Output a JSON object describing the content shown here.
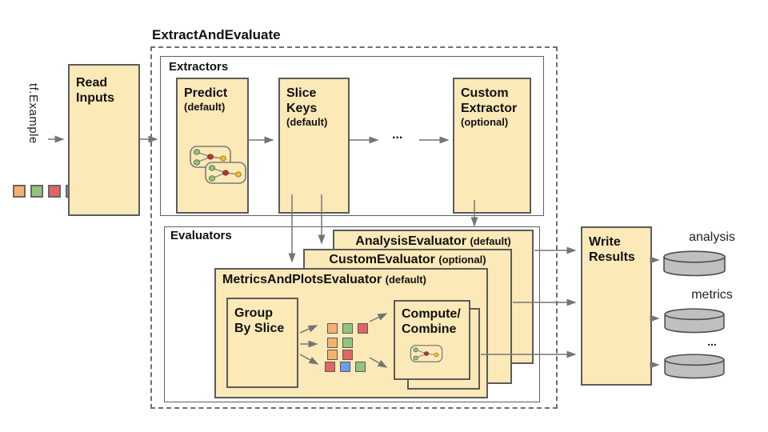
{
  "input": {
    "label": "tf.Example",
    "squares": [
      "orange",
      "green",
      "red",
      "blue"
    ]
  },
  "pipeline_title": "ExtractAndEvaluate",
  "read_inputs": {
    "lines": [
      "Read",
      "Inputs"
    ]
  },
  "extractors": {
    "section_label": "Extractors",
    "predict": {
      "name": "Predict",
      "qualifier": "(default)"
    },
    "slice_keys": {
      "lines": [
        "Slice",
        "Keys"
      ],
      "qualifier": "(default)"
    },
    "ellipsis": "...",
    "custom_extractor": {
      "lines": [
        "Custom",
        "Extractor"
      ],
      "qualifier": "(optional)"
    }
  },
  "evaluators": {
    "section_label": "Evaluators",
    "analysis": {
      "name": "AnalysisEvaluator",
      "qualifier": "(default)"
    },
    "custom": {
      "name": "CustomEvaluator",
      "qualifier": "(optional)"
    },
    "metrics_plots": {
      "name": "MetricsAndPlotsEvaluator",
      "qualifier": "(default)"
    },
    "group_by_slice": {
      "lines": [
        "Group",
        "By Slice"
      ]
    },
    "compute_combine": {
      "lines": [
        "Compute/",
        "Combine"
      ]
    },
    "slice_rows": [
      [
        "orange",
        "green",
        "red"
      ],
      [
        "orange",
        "green"
      ],
      [
        "orange",
        "red"
      ],
      [
        "red",
        "blue",
        "green"
      ]
    ]
  },
  "write_results": {
    "lines": [
      "Write",
      "Results"
    ]
  },
  "outputs": [
    {
      "label": "analysis"
    },
    {
      "label": "metrics"
    },
    {
      "label": "..."
    }
  ],
  "colors": {
    "box_fill": "#FCE9B8",
    "box_border": "#5B5B5B",
    "arrow": "#757575",
    "cylinder_fill": "#BFBFBF",
    "cylinder_border": "#4D4D4D",
    "squares": {
      "orange": "#F6B26B",
      "green": "#93C47D",
      "red": "#E06666",
      "blue": "#6D9EEB"
    }
  }
}
